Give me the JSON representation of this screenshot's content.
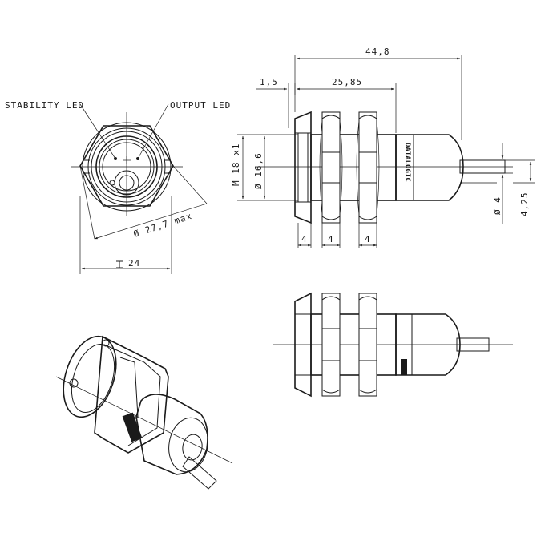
{
  "labels": {
    "stability_led": "STABILITY LED",
    "output_led": "OUTPUT LED"
  },
  "dimensions": {
    "overall_length": "44,8",
    "flange": "1,5",
    "body_length": "25,85",
    "thread": "M 18 x1",
    "bore_diameter": "Ø 16,6",
    "max_diameter": "Ø 27,7 max",
    "wrench_size": "24",
    "nut_thickness_1": "4",
    "nut_thickness_2": "4",
    "nut_thickness_3": "4",
    "cable_diameter": "Ø 4",
    "cable_offset": "4,25"
  },
  "brand": "DATALOGIC",
  "colors": {
    "line": "#1a1a1a",
    "background": "#ffffff"
  }
}
